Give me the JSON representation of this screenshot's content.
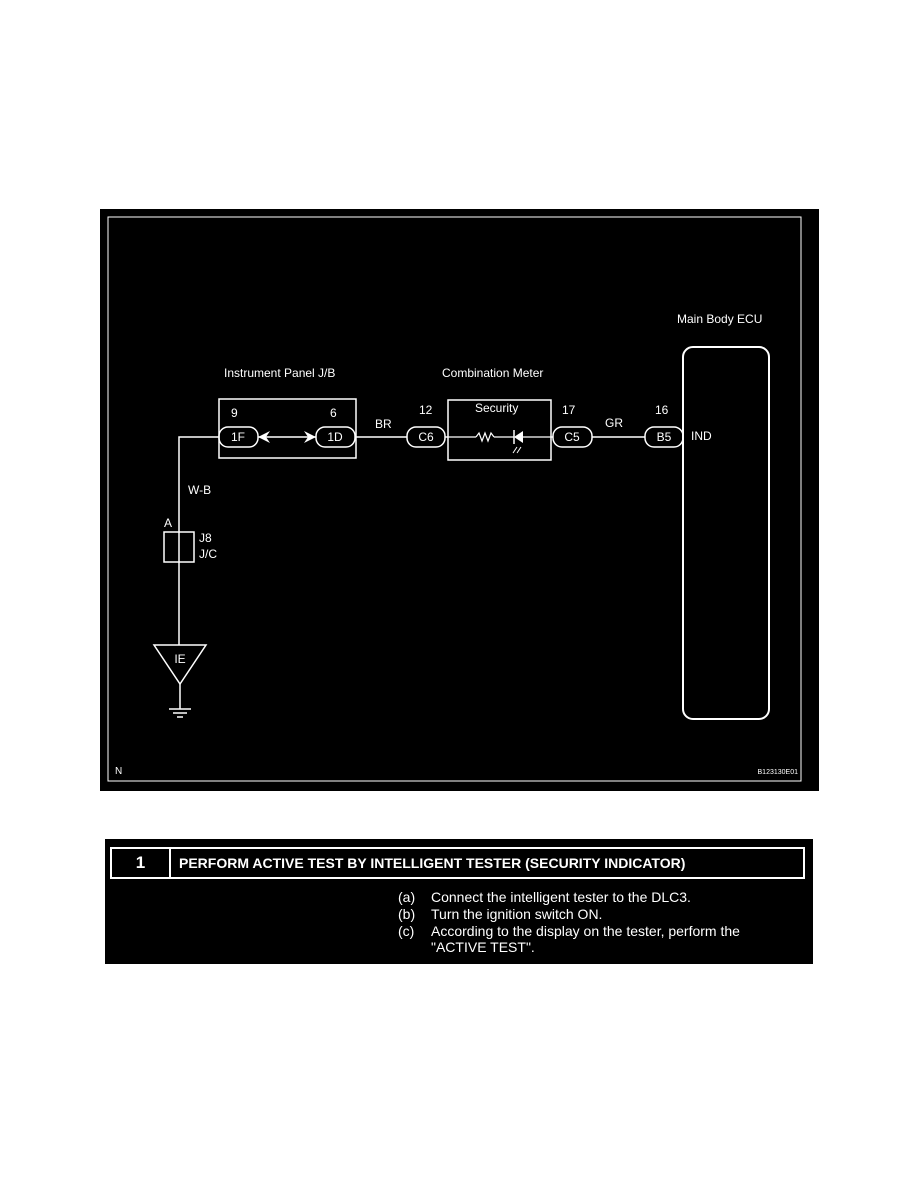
{
  "diagram": {
    "components": {
      "instrument_panel_jb": "Instrument Panel J/B",
      "combination_meter": "Combination Meter",
      "main_body_ecu": "Main Body ECU",
      "security_led": "Security",
      "junction_connector": "J/C",
      "junction_connector_id": "J8",
      "junction_terminal": "A",
      "ground_point": "IE"
    },
    "connectors": {
      "jb_1f": {
        "name": "1F",
        "pin": "9"
      },
      "jb_1d": {
        "name": "1D",
        "pin": "6"
      },
      "meter_c6": {
        "name": "C6",
        "pin": "12"
      },
      "meter_c5": {
        "name": "C5",
        "pin": "17"
      },
      "ecu_b5": {
        "name": "B5",
        "pin": "16"
      }
    },
    "wires": {
      "br": "BR",
      "gr": "GR",
      "wb": "W-B"
    },
    "ecu_terminal": "IND",
    "corner_letter": "N",
    "figure_code": "B123130E01"
  },
  "step": {
    "number": "1",
    "title": "PERFORM ACTIVE TEST BY INTELLIGENT TESTER (SECURITY INDICATOR)",
    "substeps": [
      {
        "marker": "(a)",
        "lines": [
          "Connect the intelligent tester to the DLC3."
        ]
      },
      {
        "marker": "(b)",
        "lines": [
          "Turn the ignition switch ON."
        ]
      },
      {
        "marker": "(c)",
        "lines": [
          "According to the display on the tester, perform the",
          "\"ACTIVE TEST\"."
        ]
      }
    ]
  }
}
